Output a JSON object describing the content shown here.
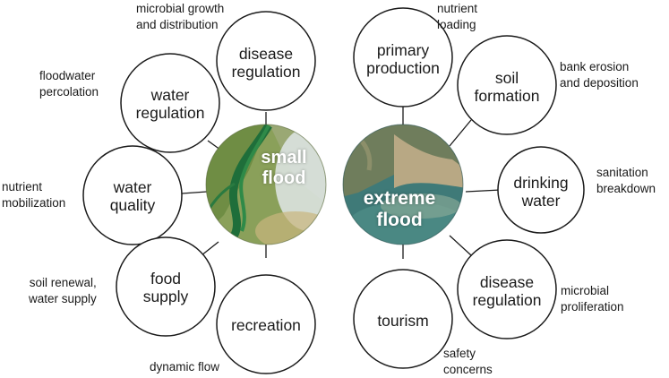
{
  "colors": {
    "outline": "#1a1a1a",
    "small_land": "#8aa05a",
    "small_river": "#1f6e3a",
    "small_cloud": "#dfe6e8",
    "extreme_land": "#6f7d5c",
    "extreme_water": "#3f7a78",
    "extreme_silt": "#b8a884"
  },
  "small_flood": {
    "label": "small\nflood",
    "services": [
      {
        "label": "water\nregulation",
        "note": "floodwater\npercolation"
      },
      {
        "label": "disease\nregulation",
        "note": "microbial growth\nand distribution"
      },
      {
        "label": "water\nquality",
        "note": "nutrient\nmobilization"
      },
      {
        "label": "food\nsupply",
        "note": "soil renewal,\nwater supply"
      },
      {
        "label": "recreation",
        "note": "dynamic flow"
      }
    ]
  },
  "extreme_flood": {
    "label": "extreme\nflood",
    "services": [
      {
        "label": "primary\nproduction",
        "note": "nutrient\nloading"
      },
      {
        "label": "soil\nformation",
        "note": "bank erosion\nand deposition"
      },
      {
        "label": "drinking\nwater",
        "note": "sanitation\nbreakdown"
      },
      {
        "label": "disease\nregulation",
        "note": "microbial\nproliferation"
      },
      {
        "label": "tourism",
        "note": "safety\nconcerns"
      }
    ]
  }
}
